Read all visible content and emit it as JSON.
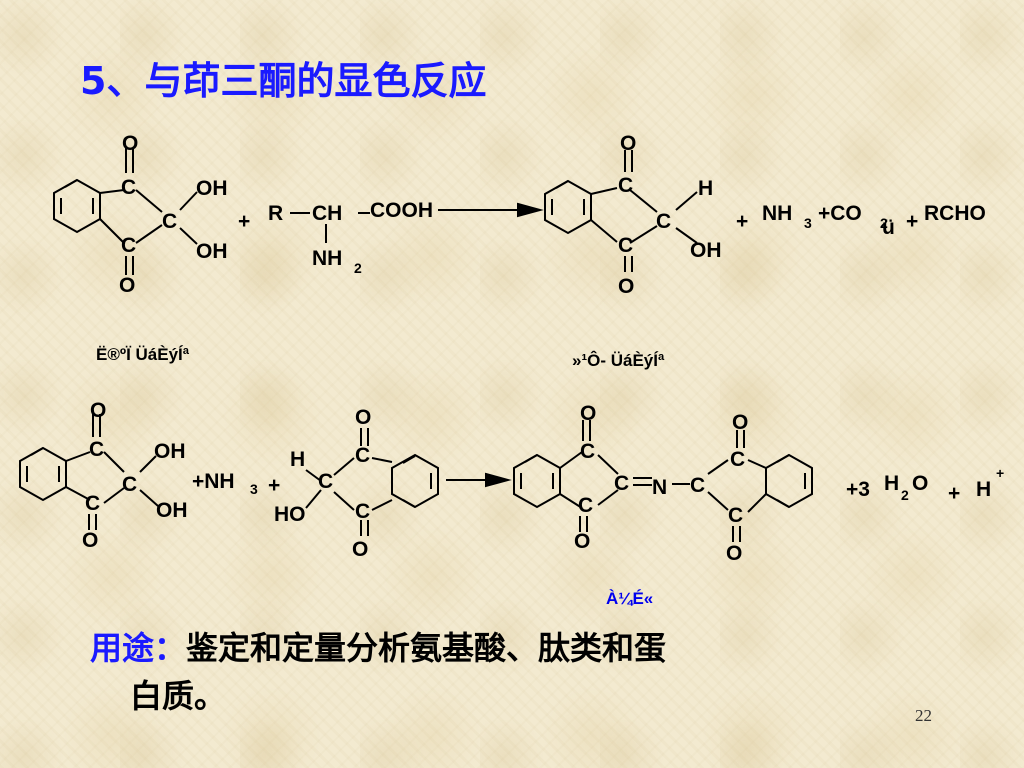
{
  "title": "5、与茚三酮的显色反应",
  "reaction1": {
    "ninhydrin": {
      "o_top": "O",
      "c_top": "C",
      "c_center": "C",
      "c_bottom": "C",
      "o_bottom": "O",
      "oh_top": "OH",
      "oh_bottom": "OH"
    },
    "plus1": "+",
    "amino_acid": {
      "r": "R",
      "ch": "CH",
      "cooh": "COOH",
      "nh": "NH",
      "nh_sub": "2"
    },
    "hydrindantin": {
      "o_top": "O",
      "c_top": "C",
      "c_center": "C",
      "c_bottom": "C",
      "o_bottom": "O",
      "h": "H",
      "oh": "OH"
    },
    "plus2": "+",
    "nh3": "NH",
    "nh3_sub": "3",
    "co2": "+CO",
    "co2_sub": "2",
    "garbled_mark": "ü",
    "plus3": "+",
    "rcho": "RCHO"
  },
  "captions": {
    "reactant1": "Ë®ºÏ  ÜáÈýÍª",
    "product1": "»¹Ô- ÜáÈýÍª",
    "product2": "À¼É«"
  },
  "reaction2": {
    "ninhydrin": {
      "o_top": "O",
      "c_top": "C",
      "c_center": "C",
      "c_bottom": "C",
      "o_bottom": "O",
      "oh_top": "OH",
      "oh_bottom": "OH"
    },
    "nh3": "+NH",
    "nh3_sub": "3",
    "plus1": "+",
    "hydrindantin": {
      "h": "H",
      "ho": "HO",
      "c_center": "C",
      "c_top": "C",
      "c_bottom": "C",
      "o_top": "O",
      "o_bottom": "O"
    },
    "purple": {
      "o_tl": "O",
      "c_tl": "C",
      "c_left": "C",
      "c_bl": "C",
      "o_bl": "O",
      "n": "N",
      "c_right": "C",
      "c_tr": "C",
      "o_tr": "O",
      "c_br": "C",
      "o_br": "O"
    },
    "water": "+3",
    "water_h": "H",
    "water_sub": "2",
    "water_o": "O",
    "plus2": "+",
    "proton": "H",
    "proton_sup": "+"
  },
  "usage": {
    "label": "用途：",
    "line1": "鉴定和定量分析氨基酸、肽类和蛋",
    "line2": "白质。"
  },
  "page_number": "22"
}
